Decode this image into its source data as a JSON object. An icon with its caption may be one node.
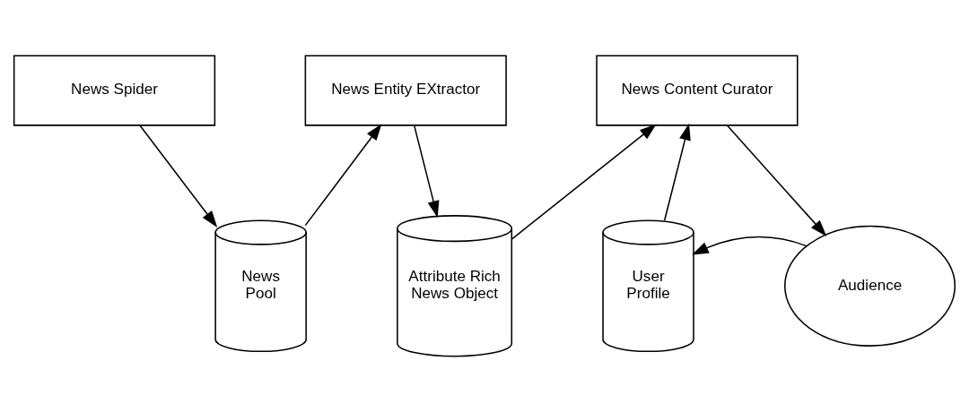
{
  "diagram": {
    "nodes": [
      {
        "text": [
          "News Spider"
        ]
      },
      {
        "text": [
          "News Entity EXtractor"
        ]
      },
      {
        "text": [
          "News Content Curator"
        ]
      },
      {
        "text": [
          "News Pool"
        ]
      },
      {
        "text": [
          "Attribute Rich News Object"
        ]
      },
      {
        "text": [
          "User Profile"
        ]
      },
      {
        "text": [
          "Audience"
        ]
      }
    ],
    "edges": [
      {
        "from": 0,
        "to": 3,
        "arrow": "to"
      },
      {
        "from": 3,
        "to": 1,
        "arrow": "to"
      },
      {
        "from": 1,
        "to": 4,
        "arrow": "to"
      },
      {
        "from": 4,
        "to": 2,
        "arrow": "to"
      },
      {
        "from": 5,
        "to": 2,
        "arrow": "to"
      },
      {
        "from": 2,
        "to": 6,
        "arrow": "to"
      },
      {
        "from": 6,
        "to": 5,
        "arrow": "to"
      }
    ]
  }
}
